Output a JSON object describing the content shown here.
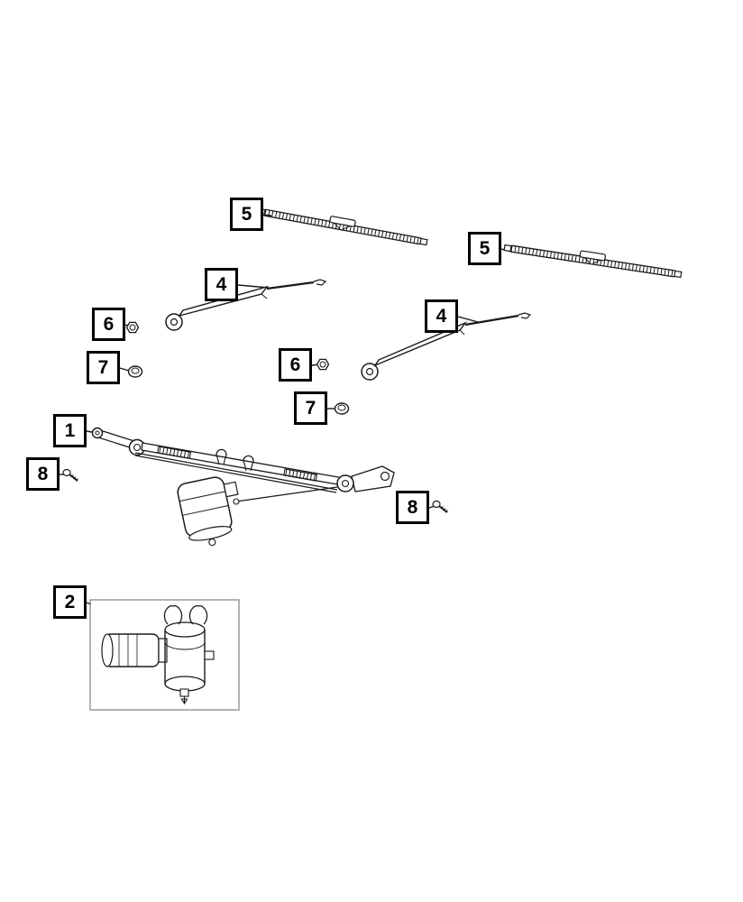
{
  "diagram": {
    "type": "exploded-parts-diagram",
    "subject": "windshield-wiper-system",
    "colors": {
      "background": "#ffffff",
      "line": "#1a1a1a",
      "callout_border": "#000000",
      "callout_fill": "#ffffff",
      "callout_text": "#000000",
      "inset_box_border": "#8a8a8a"
    }
  },
  "callouts": [
    {
      "label": "5",
      "part": "wiper-blade-left"
    },
    {
      "label": "5",
      "part": "wiper-blade-right"
    },
    {
      "label": "4",
      "part": "wiper-arm-left"
    },
    {
      "label": "4",
      "part": "wiper-arm-right"
    },
    {
      "label": "6",
      "part": "pivot-nut-left"
    },
    {
      "label": "6",
      "part": "pivot-nut-right"
    },
    {
      "label": "7",
      "part": "pivot-cap-left"
    },
    {
      "label": "7",
      "part": "pivot-cap-right"
    },
    {
      "label": "1",
      "part": "wiper-linkage-and-motor-assembly"
    },
    {
      "label": "8",
      "part": "mounting-screw-left"
    },
    {
      "label": "8",
      "part": "mounting-screw-right"
    },
    {
      "label": "2",
      "part": "washer-pump-and-motor"
    }
  ],
  "parts": [
    {
      "name": "wiper-blade-left"
    },
    {
      "name": "wiper-blade-right"
    },
    {
      "name": "wiper-arm-left"
    },
    {
      "name": "wiper-arm-right"
    },
    {
      "name": "pivot-nut-left"
    },
    {
      "name": "pivot-nut-right"
    },
    {
      "name": "pivot-cap-left"
    },
    {
      "name": "pivot-cap-right"
    },
    {
      "name": "wiper-linkage-and-motor-assembly"
    },
    {
      "name": "mounting-screw-left"
    },
    {
      "name": "mounting-screw-right"
    },
    {
      "name": "washer-pump-and-motor"
    }
  ]
}
